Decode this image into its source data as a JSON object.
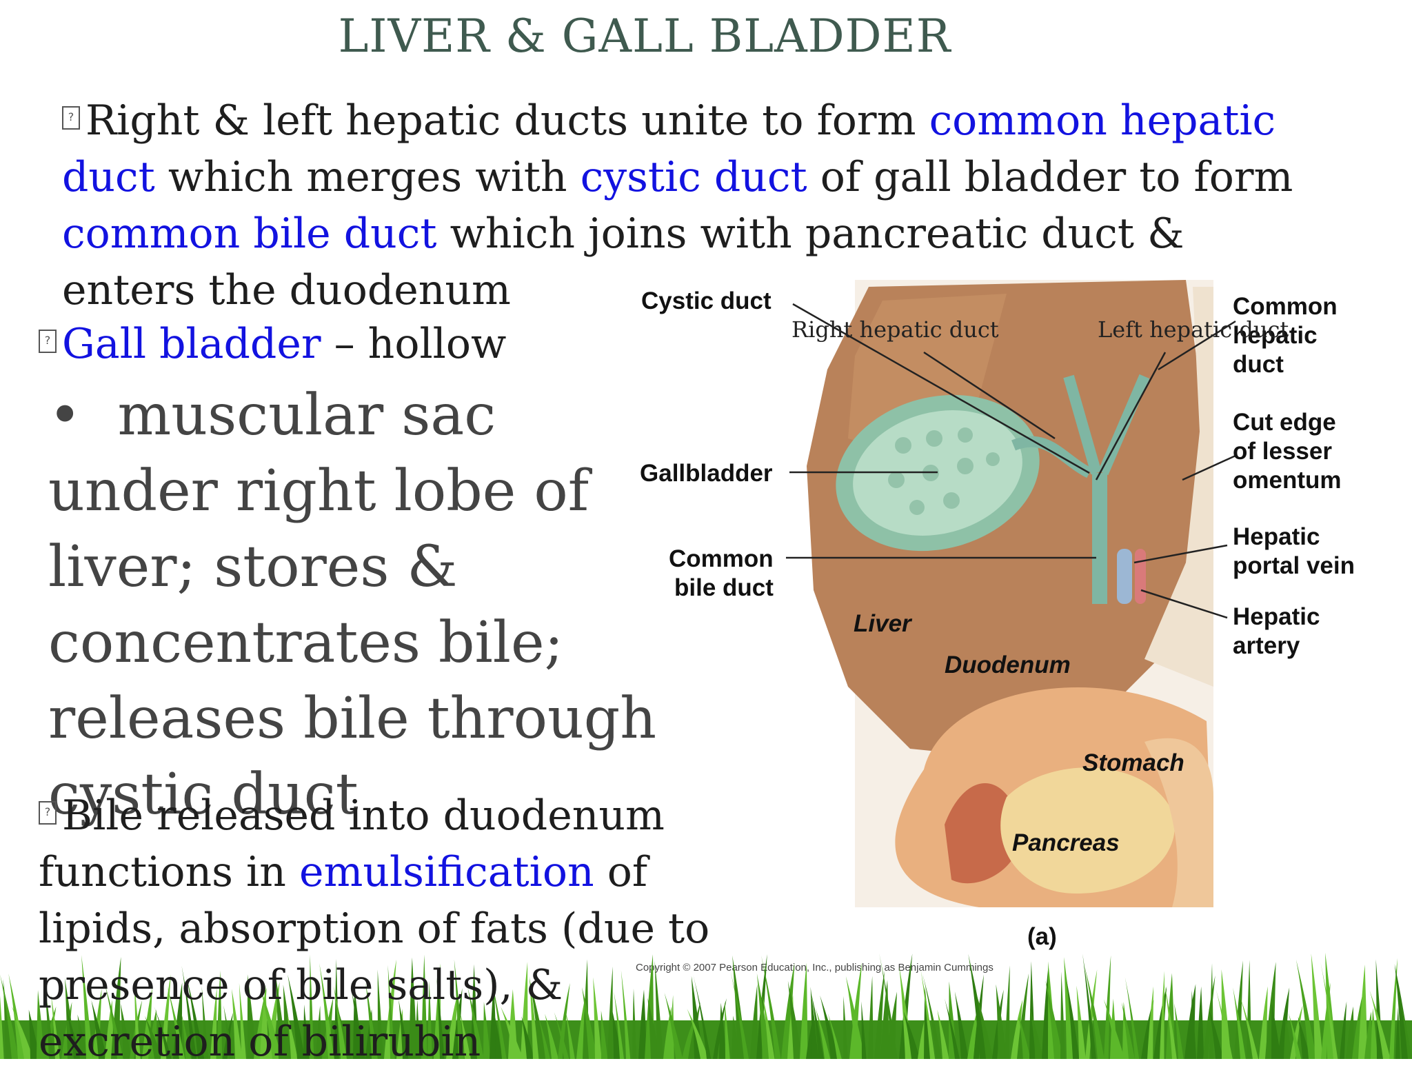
{
  "slide": {
    "title": "LIVER & GALL BLADDER",
    "bullet_glyph": "?",
    "para1": {
      "t1": "Right & left hepatic ducts unite to form ",
      "k1": "common hepatic duct",
      "t2": " which merges with ",
      "k2": "cystic duct",
      "t3": " of gall bladder to form ",
      "k3": "common bile duct",
      "t4": " which joins with pancreatic duct & enters the duodenum"
    },
    "para2": {
      "k1": "Gall bladder",
      "t1": " – hollow"
    },
    "sub_bullet": "muscular sac under right lobe  of liver; stores &  concentrates bile; releases  bile through cystic duct",
    "para3": {
      "t1": "Bile released into duodenum functions in ",
      "k1": "emulsification",
      "t2": " of lipids, absorption of fats (due to presence of bile salts), & excretion of bilirubin"
    }
  },
  "figure": {
    "labels": {
      "cystic_duct": "Cystic duct",
      "right_hepatic": "Right hepatic duct",
      "left_hepatic": "Left hepatic duct",
      "common_hepatic_1": "Common",
      "common_hepatic_2": "hepatic",
      "common_hepatic_3": "duct",
      "gallbladder": "Gallbladder",
      "cut_edge_1": "Cut edge",
      "cut_edge_2": "of lesser",
      "cut_edge_3": "omentum",
      "common_bile_1": "Common",
      "common_bile_2": "bile duct",
      "portal_vein_1": "Hepatic",
      "portal_vein_2": "portal vein",
      "artery_1": "Hepatic",
      "artery_2": "artery",
      "liver": "Liver",
      "duodenum": "Duodenum",
      "stomach": "Stomach",
      "pancreas": "Pancreas",
      "panel": "(a)",
      "copyright": "Copyright © 2007 Pearson Education, Inc., publishing as Benjamin Cummings"
    },
    "colors": {
      "liver": "#b9825a",
      "gallbladder": "#8ec1a7",
      "duct": "#7fb6a3"
    }
  }
}
